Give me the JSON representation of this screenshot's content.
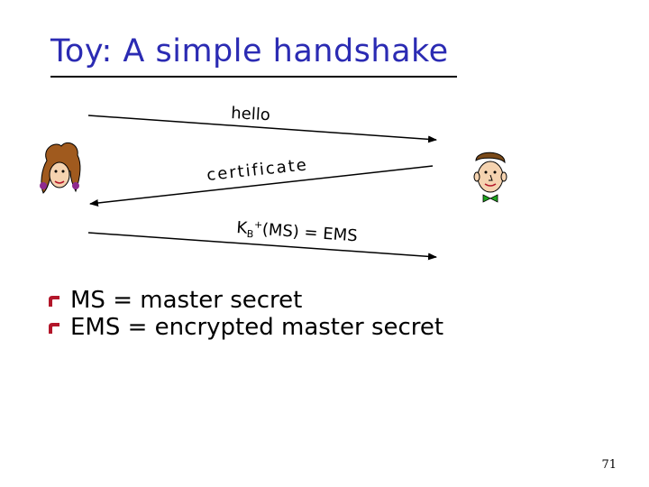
{
  "slide": {
    "title": "Toy: A simple handshake",
    "page_number": "71"
  },
  "diagram": {
    "messages": [
      {
        "label": "hello",
        "direction": "alice-to-bob"
      },
      {
        "label": "certificate",
        "direction": "bob-to-alice"
      },
      {
        "label_main": "K",
        "label_sub": "B",
        "label_sup": "+",
        "label_rest": "(MS) = EMS",
        "direction": "alice-to-bob"
      }
    ],
    "left_party_icon": "woman-face-icon",
    "right_party_icon": "man-face-icon"
  },
  "bullets": [
    "MS = master secret",
    "EMS = encrypted master secret"
  ],
  "colors": {
    "title": "#2b2bb3",
    "bullet": "#b3162a"
  }
}
